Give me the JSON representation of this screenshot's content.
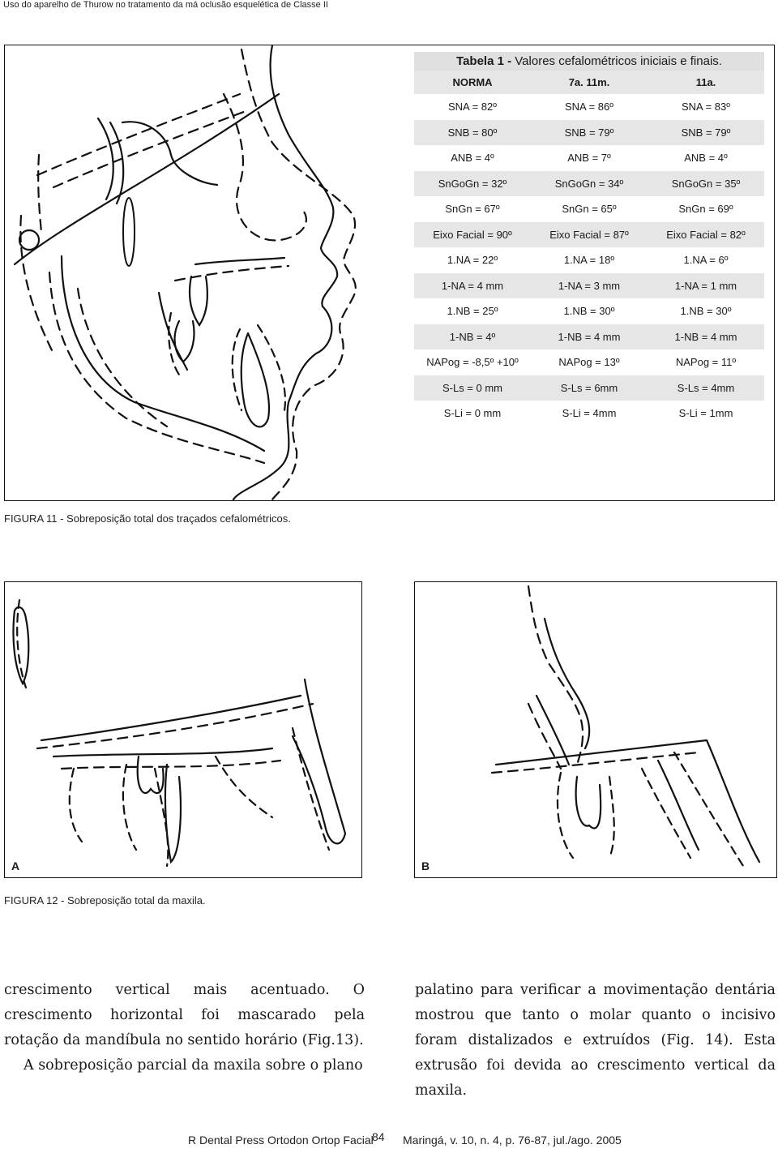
{
  "running_head": "Uso do aparelho de Thurow no tratamento da má oclusão esquelética de Classe II",
  "table1": {
    "title_bold": "Tabela 1 -",
    "title_rest": " Valores cefalométricos iniciais e finais.",
    "headers": [
      "NORMA",
      "7a. 11m.",
      "11a."
    ],
    "rows": [
      [
        "SNA = 82º",
        "SNA = 86º",
        "SNA = 83º"
      ],
      [
        "SNB = 80º",
        "SNB = 79º",
        "SNB = 79º"
      ],
      [
        "ANB = 4º",
        "ANB = 7º",
        "ANB = 4º"
      ],
      [
        "SnGoGn = 32º",
        "SnGoGn = 34º",
        "SnGoGn = 35º"
      ],
      [
        "SnGn = 67º",
        "SnGn = 65º",
        "SnGn = 69º"
      ],
      [
        "Eixo Facial = 90º",
        "Eixo Facial = 87º",
        "Eixo Facial = 82º"
      ],
      [
        "1.NA = 22º",
        "1.NA = 18º",
        "1.NA = 6º"
      ],
      [
        "1-NA = 4 mm",
        "1-NA = 3 mm",
        "1-NA = 1 mm"
      ],
      [
        "1.NB = 25º",
        "1.NB = 30º",
        "1.NB = 30º"
      ],
      [
        "1-NB = 4º",
        "1-NB = 4 mm",
        "1-NB = 4 mm"
      ],
      [
        "NAPog = -8,5º +10º",
        "NAPog = 13º",
        "NAPog = 11º"
      ],
      [
        "S-Ls = 0 mm",
        "S-Ls = 6mm",
        "S-Ls = 4mm"
      ],
      [
        "S-Li = 0 mm",
        "S-Li = 4mm",
        "S-Li = 1mm"
      ]
    ]
  },
  "figure11_caption": "FIGURA 11 - Sobreposição total dos traçados cefalométricos.",
  "figure12": {
    "label_a": "A",
    "label_b": "B",
    "caption": "FIGURA 12 - Sobreposição total da maxila."
  },
  "body": {
    "left_p1": "crescimento vertical mais acentuado. O crescimento horizontal foi mascarado pela rotação da mandíbula no sentido horário (Fig.13).",
    "left_p2": "A sobreposição parcial da maxila sobre o plano",
    "right_p1": "palatino para verificar a movimentação dentária mostrou que tanto o molar quanto o incisivo foram distalizados e extruídos (Fig. 14). Esta extrusão foi devida ao crescimento vertical da maxila."
  },
  "footer": {
    "journal": "R Dental Press Ortodon Ortop Facial",
    "page": "84",
    "citation": "Maringá, v. 10, n. 4, p. 76-87, jul./ago. 2005"
  }
}
